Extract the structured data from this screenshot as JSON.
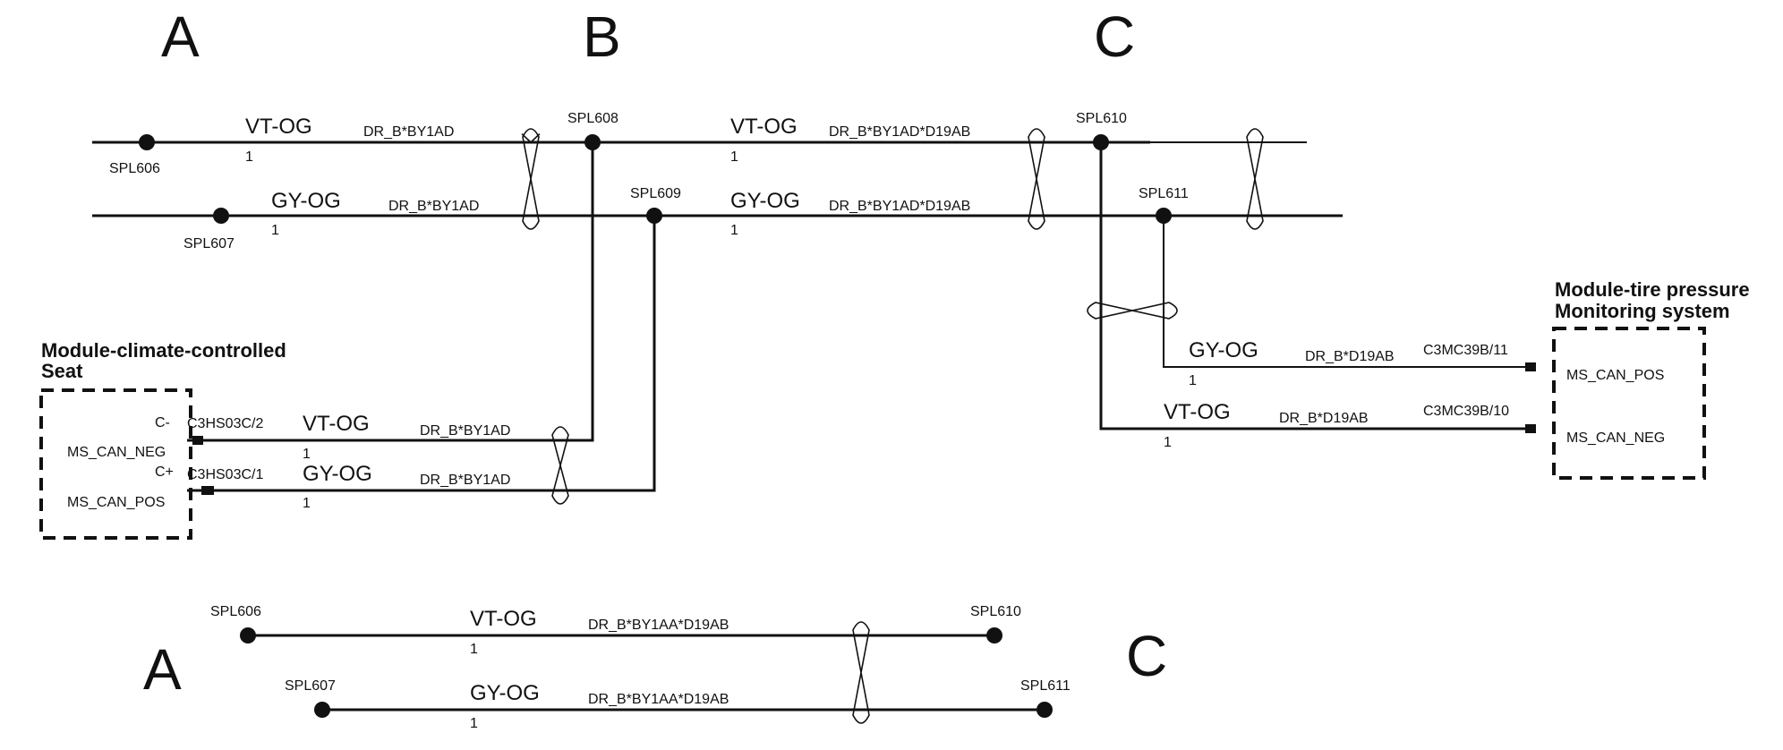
{
  "section_labels": {
    "a_top": "A",
    "b_top": "B",
    "c_top": "C",
    "a_bottom": "A",
    "c_bottom": "C"
  },
  "splices": {
    "spl606": "SPL606",
    "spl607": "SPL607",
    "spl608": "SPL608",
    "spl609": "SPL609",
    "spl610": "SPL610",
    "spl611": "SPL611",
    "spl606_b": "SPL606",
    "spl607_b": "SPL607",
    "spl610_b": "SPL610",
    "spl611_b": "SPL611"
  },
  "wires": {
    "w1": {
      "color": "VT-OG",
      "circuit": "DR_B*BY1AD",
      "num": "1"
    },
    "w2": {
      "color": "GY-OG",
      "circuit": "DR_B*BY1AD",
      "num": "1"
    },
    "w3": {
      "color": "VT-OG",
      "circuit": "DR_B*BY1AD*D19AB",
      "num": "1"
    },
    "w4": {
      "color": "GY-OG",
      "circuit": "DR_B*BY1AD*D19AB",
      "num": "1"
    },
    "w5": {
      "color": "VT-OG",
      "circuit": "DR_B*BY1AD",
      "num": "1"
    },
    "w6": {
      "color": "GY-OG",
      "circuit": "DR_B*BY1AD",
      "num": "1"
    },
    "w7": {
      "color": "GY-OG",
      "circuit": "DR_B*D19AB",
      "num": "1"
    },
    "w8": {
      "color": "VT-OG",
      "circuit": "DR_B*D19AB",
      "num": "1"
    },
    "w9": {
      "color": "VT-OG",
      "circuit": "DR_B*BY1AA*D19AB",
      "num": "1"
    },
    "w10": {
      "color": "GY-OG",
      "circuit": "DR_B*BY1AA*D19AB",
      "num": "1"
    }
  },
  "seat_module": {
    "title_line1": "Module-climate-controlled",
    "title_line2": "Seat",
    "conn1": "C3HS03C/2",
    "conn2": "C3HS03C/1",
    "pin1_short": "C-",
    "pin1_name": "MS_CAN_NEG",
    "pin2_short": "C+",
    "pin2_name": "MS_CAN_POS"
  },
  "tpms_module": {
    "title_line1": "Module-tire pressure",
    "title_line2": "Monitoring system",
    "conn1": "C3MC39B/11",
    "conn2": "C3MC39B/10",
    "pin1_name": "MS_CAN_POS",
    "pin2_name": "MS_CAN_NEG"
  }
}
